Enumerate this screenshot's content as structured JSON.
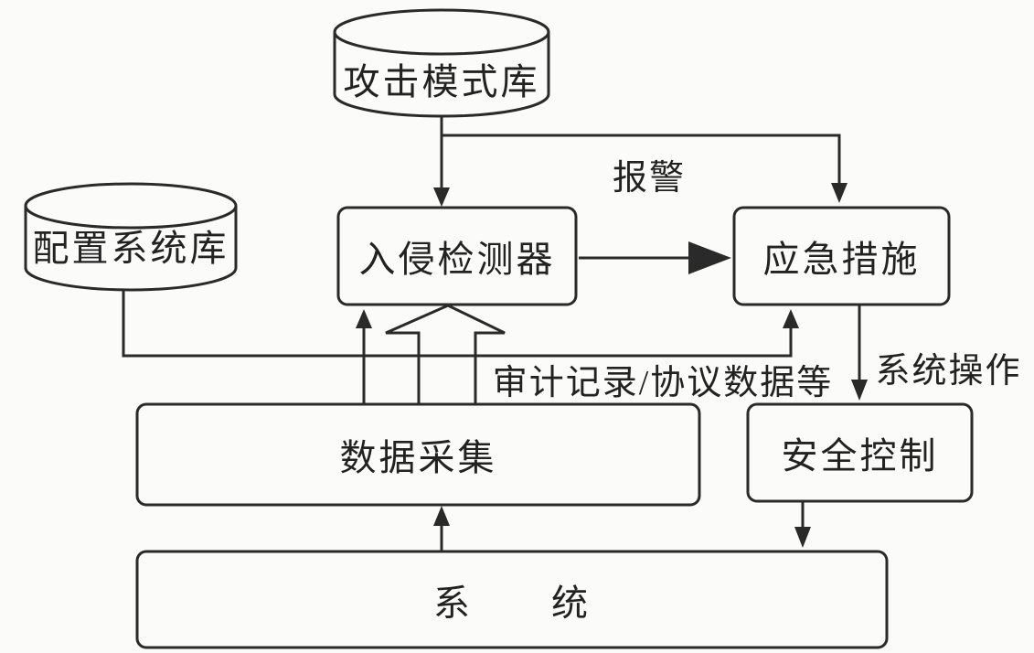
{
  "diagram_type": "flow-architecture",
  "colors": {
    "ink": "#2a2a2a",
    "background": "#fbfbfa",
    "text": "#222222"
  },
  "nodes": {
    "attack_db": {
      "label": "攻击模式库",
      "shape": "cylinder"
    },
    "config_db": {
      "label": "配置系统库",
      "shape": "cylinder"
    },
    "detector": {
      "label": "入侵检测器",
      "shape": "rounded-box"
    },
    "response": {
      "label": "应急措施",
      "shape": "rounded-box"
    },
    "collector": {
      "label": "数据采集",
      "shape": "rounded-box"
    },
    "control": {
      "label": "安全控制",
      "shape": "rounded-box"
    },
    "system": {
      "label": "系　　统",
      "shape": "rounded-box"
    }
  },
  "edge_labels": {
    "alarm": "报警",
    "audit": "审计记录/协议数据等",
    "sysop": "系统操作"
  },
  "edges": [
    {
      "from": "attack_db",
      "to": "detector",
      "style": "thin-arrow"
    },
    {
      "from": "attack_db",
      "to": "response",
      "style": "thin-arrow",
      "label": "报警"
    },
    {
      "from": "detector",
      "to": "response",
      "style": "thick-arrow"
    },
    {
      "from": "config_db",
      "to": "detector",
      "style": "thin-arrow"
    },
    {
      "from": "collector",
      "to": "detector",
      "style": "hollow-block-arrow"
    },
    {
      "from": "collector",
      "to": "response",
      "style": "thin-arrow",
      "label": "审计记录/协议数据等"
    },
    {
      "from": "response",
      "to": "control",
      "style": "thin-arrow",
      "label": "系统操作"
    },
    {
      "from": "control",
      "to": "system",
      "style": "thin-arrow"
    },
    {
      "from": "system",
      "to": "collector",
      "style": "thin-arrow"
    }
  ]
}
